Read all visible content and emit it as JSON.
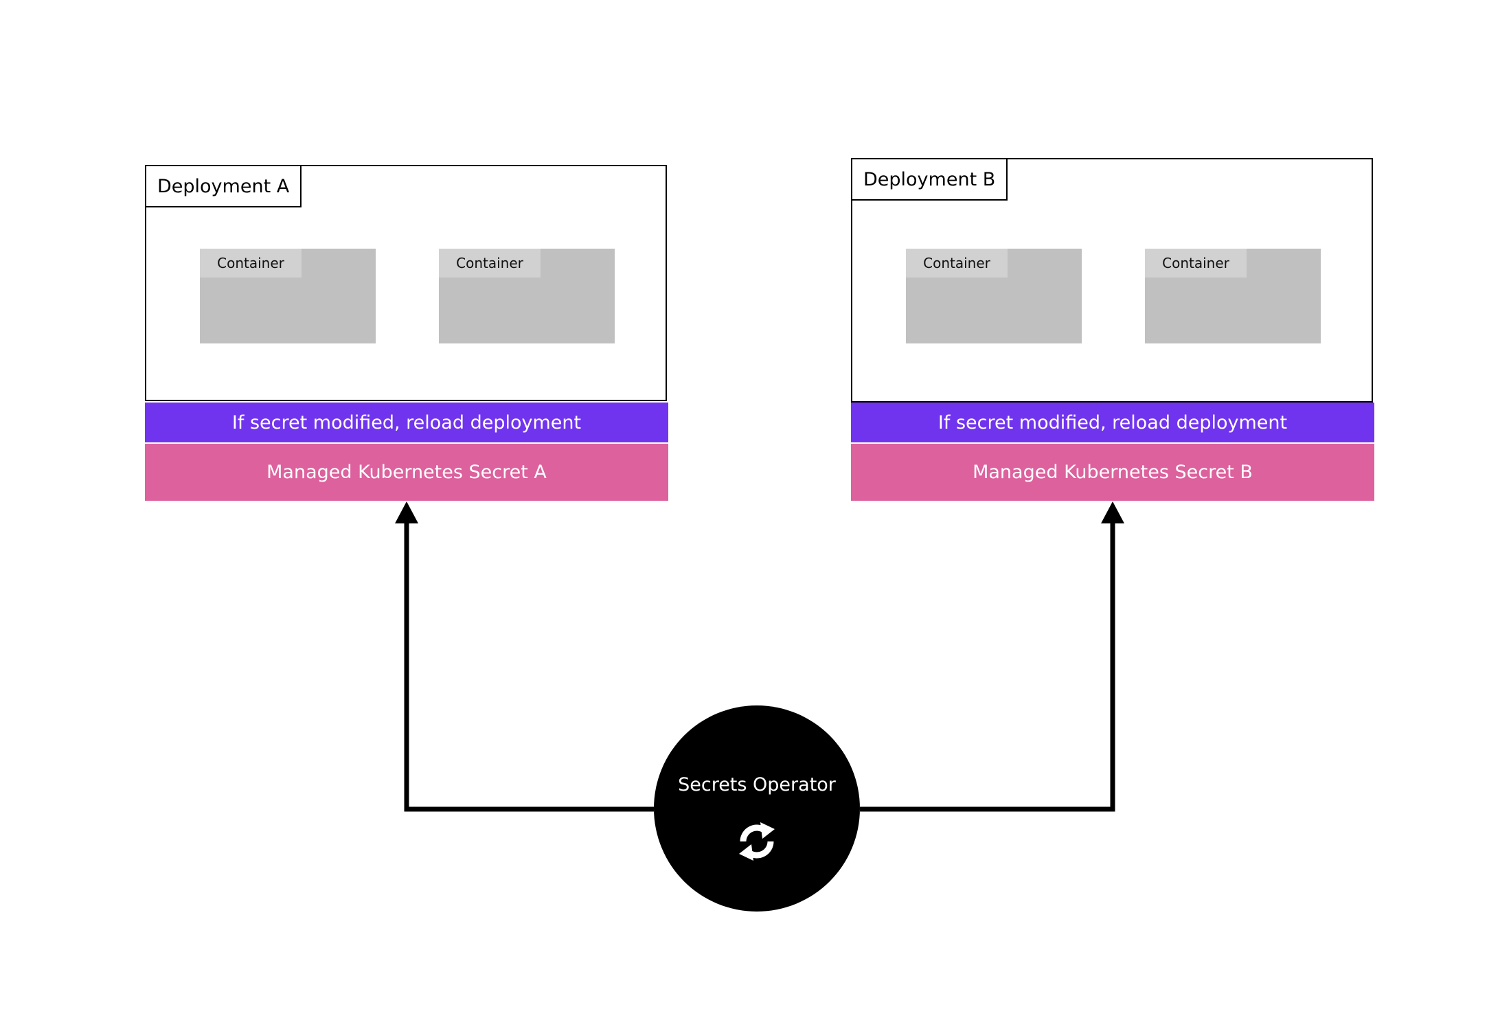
{
  "deployments": [
    {
      "title": "Deployment A",
      "containers": [
        "Container",
        "Container"
      ],
      "reload_label": "If secret modified, reload deployment",
      "secret_label": "Managed Kubernetes Secret A"
    },
    {
      "title": "Deployment B",
      "containers": [
        "Container",
        "Container"
      ],
      "reload_label": "If secret modified, reload deployment",
      "secret_label": "Managed Kubernetes Secret B"
    }
  ],
  "operator": {
    "label": "Secrets Operator",
    "icon": "sync-icon"
  },
  "colors": {
    "reload_bar": "#7134ee",
    "secret_bar": "#dc619d",
    "container": "#c0c0c0",
    "container_label": "#d1d1d1",
    "operator": "#000000"
  }
}
